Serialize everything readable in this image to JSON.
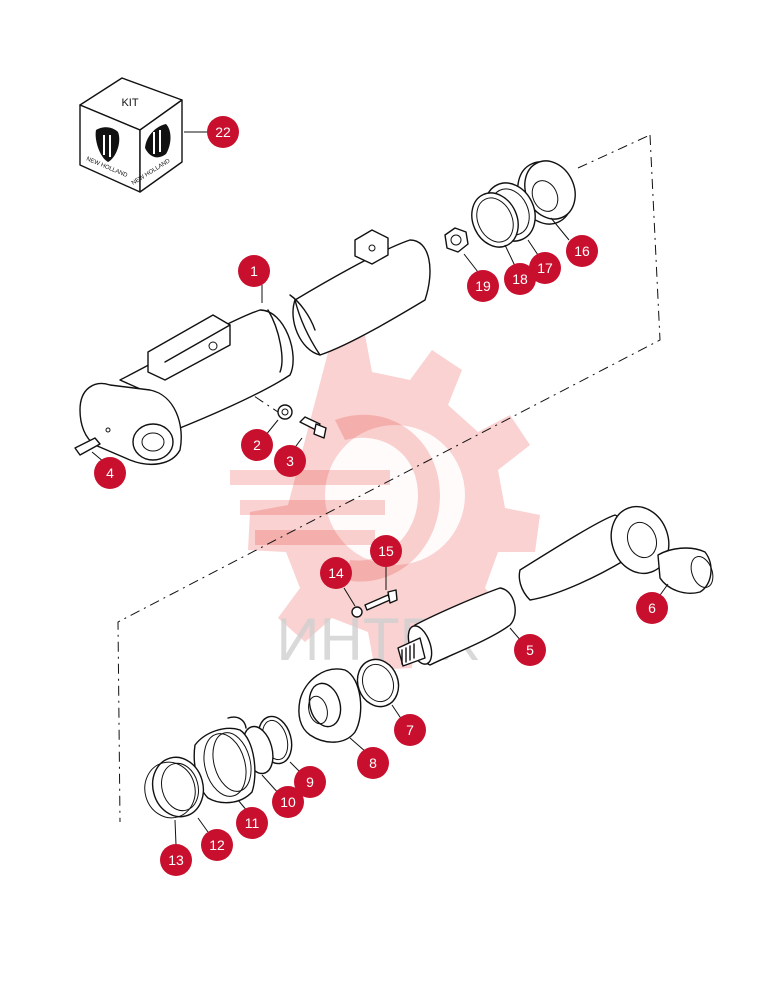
{
  "kit_box": {
    "label": "KIT",
    "brand": "NEW HOLLAND"
  },
  "watermark": {
    "text": "ИНТЕХ",
    "color": "#e3342f"
  },
  "callouts": [
    {
      "id": "22",
      "label": "22"
    },
    {
      "id": "1",
      "label": "1"
    },
    {
      "id": "16",
      "label": "16"
    },
    {
      "id": "17",
      "label": "17"
    },
    {
      "id": "18",
      "label": "18"
    },
    {
      "id": "19",
      "label": "19"
    },
    {
      "id": "2",
      "label": "2"
    },
    {
      "id": "3",
      "label": "3"
    },
    {
      "id": "4",
      "label": "4"
    },
    {
      "id": "15",
      "label": "15"
    },
    {
      "id": "14",
      "label": "14"
    },
    {
      "id": "6",
      "label": "6"
    },
    {
      "id": "5",
      "label": "5"
    },
    {
      "id": "7",
      "label": "7"
    },
    {
      "id": "8",
      "label": "8"
    },
    {
      "id": "9",
      "label": "9"
    },
    {
      "id": "10",
      "label": "10"
    },
    {
      "id": "11",
      "label": "11"
    },
    {
      "id": "12",
      "label": "12"
    },
    {
      "id": "13",
      "label": "13"
    }
  ],
  "colors": {
    "callout": "#c8102e",
    "line": "#111111"
  }
}
